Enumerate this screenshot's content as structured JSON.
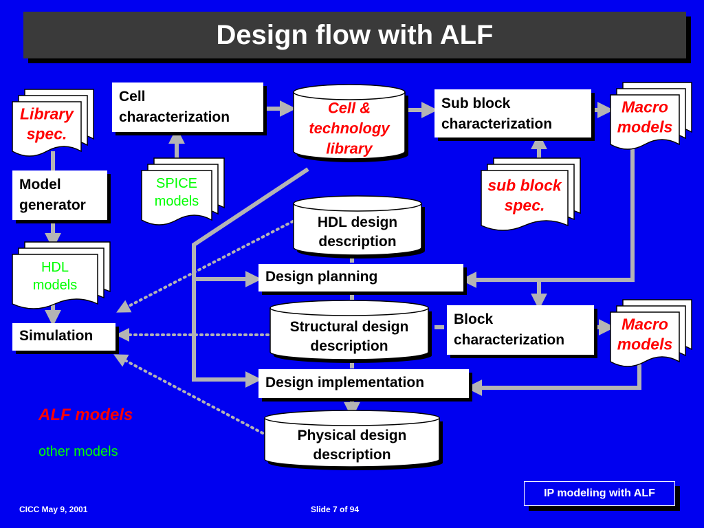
{
  "title": "Design flow with ALF",
  "colors": {
    "background": "#0000f0",
    "alf": "#ff0000",
    "other": "#00ff00",
    "connector": "#b4b4b4"
  },
  "docs": {
    "library_spec": [
      "Library",
      "spec."
    ],
    "spice_models": [
      "SPICE",
      "models"
    ],
    "hdl_models": [
      "HDL",
      "models"
    ],
    "macro_models_top": [
      "Macro",
      "models"
    ],
    "sub_block_spec": [
      "sub block",
      "spec."
    ],
    "macro_models_bottom": [
      "Macro",
      "models"
    ]
  },
  "cylinders": {
    "cell_tech_library": [
      "Cell &",
      "technology",
      "library"
    ],
    "hdl_design_description": [
      "HDL design",
      "description"
    ],
    "structural_design_description": [
      "Structural design",
      "description"
    ],
    "physical_design_description": [
      "Physical design",
      "description"
    ]
  },
  "boxes": {
    "cell_characterization": "Cell\ncharacterization",
    "sub_block_characterization": "Sub block\ncharacterization",
    "model_generator": "Model\ngenerator",
    "design_planning": "Design planning",
    "simulation": "Simulation",
    "block_characterization": "Block\ncharacterization",
    "design_implementation": "Design implementation"
  },
  "legend": {
    "alf_models": "ALF models",
    "other_models": "other models"
  },
  "footer": {
    "date": "CICC May 9, 2001",
    "slide": "Slide 7 of 94",
    "badge": "IP modeling with ALF"
  }
}
